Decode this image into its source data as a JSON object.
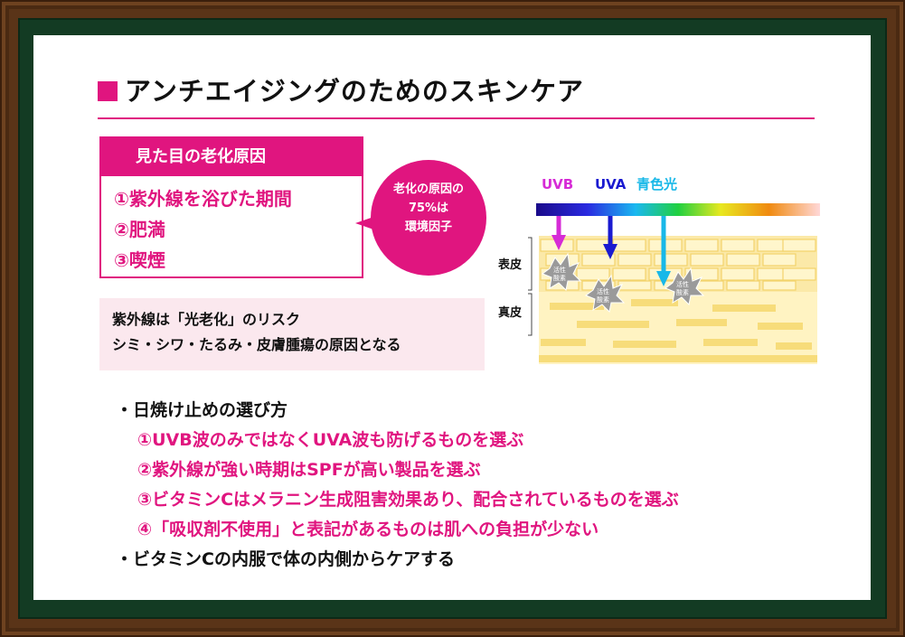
{
  "title": "アンチエイジングのためのスキンケア",
  "cause_box": {
    "heading": "見た目の老化原因",
    "items": [
      "①紫外線を浴びた期間",
      "②肥満",
      "③喫煙"
    ]
  },
  "bubble": {
    "line1": "老化の原因の",
    "line2": "75%は",
    "line3": "環境因子"
  },
  "risk_box": {
    "line1": "紫外線は「光老化」のリスク",
    "line2": "シミ・シワ・たるみ・皮膚腫瘍の原因となる"
  },
  "diagram": {
    "uvb_label": "UVB",
    "uva_label": "UVA",
    "bluelight_label": "青色光",
    "epidermis_label": "表皮",
    "dermis_label": "真皮",
    "ros_label_1": "活性",
    "ros_label_2": "酸素",
    "colors": {
      "uvb": "#d62bd6",
      "uva": "#1a1ad0",
      "bluelight": "#18b8e8"
    }
  },
  "tips": {
    "head1": "・日焼け止めの選び方",
    "items": [
      "①UVB波のみではなくUVA波も防げるものを選ぶ",
      "②紫外線が強い時期はSPFが高い製品を選ぶ",
      "③ビタミンCはメラニン生成阻害効果あり、配合されているものを選ぶ",
      "④「吸収剤不使用」と表記があるものは肌への負担が少ない"
    ],
    "head2": "・ビタミンCの内服で体の内側からケアする"
  },
  "colors": {
    "accent": "#e0157f",
    "frame": "#5a3418",
    "board": "#133b23"
  }
}
